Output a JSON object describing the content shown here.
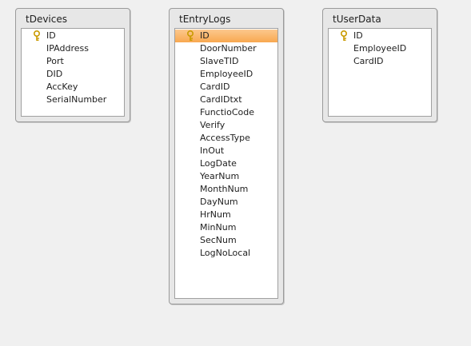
{
  "tables": [
    {
      "name": "tDevices",
      "fields": [
        {
          "label": "ID",
          "primary_key": true
        },
        {
          "label": "IPAddress"
        },
        {
          "label": "Port"
        },
        {
          "label": "DID"
        },
        {
          "label": "AccKey"
        },
        {
          "label": "SerialNumber"
        }
      ]
    },
    {
      "name": "tEntryLogs",
      "fields": [
        {
          "label": "ID",
          "primary_key": true,
          "selected": true
        },
        {
          "label": "DoorNumber"
        },
        {
          "label": "SlaveTID"
        },
        {
          "label": "EmployeeID"
        },
        {
          "label": "CardID"
        },
        {
          "label": "CardIDtxt"
        },
        {
          "label": "FunctioCode"
        },
        {
          "label": "Verify"
        },
        {
          "label": "AccessType"
        },
        {
          "label": "InOut"
        },
        {
          "label": "LogDate"
        },
        {
          "label": "YearNum"
        },
        {
          "label": "MonthNum"
        },
        {
          "label": "DayNum"
        },
        {
          "label": "HrNum"
        },
        {
          "label": "MinNum"
        },
        {
          "label": "SecNum"
        },
        {
          "label": "LogNoLocal"
        }
      ]
    },
    {
      "name": "tUserData",
      "fields": [
        {
          "label": "ID",
          "primary_key": true
        },
        {
          "label": "EmployeeID"
        },
        {
          "label": "CardID"
        }
      ]
    }
  ],
  "colors": {
    "selection": "#fbb66f",
    "key_icon": "#c99a00"
  },
  "icons": {
    "primary_key": "key-icon"
  }
}
